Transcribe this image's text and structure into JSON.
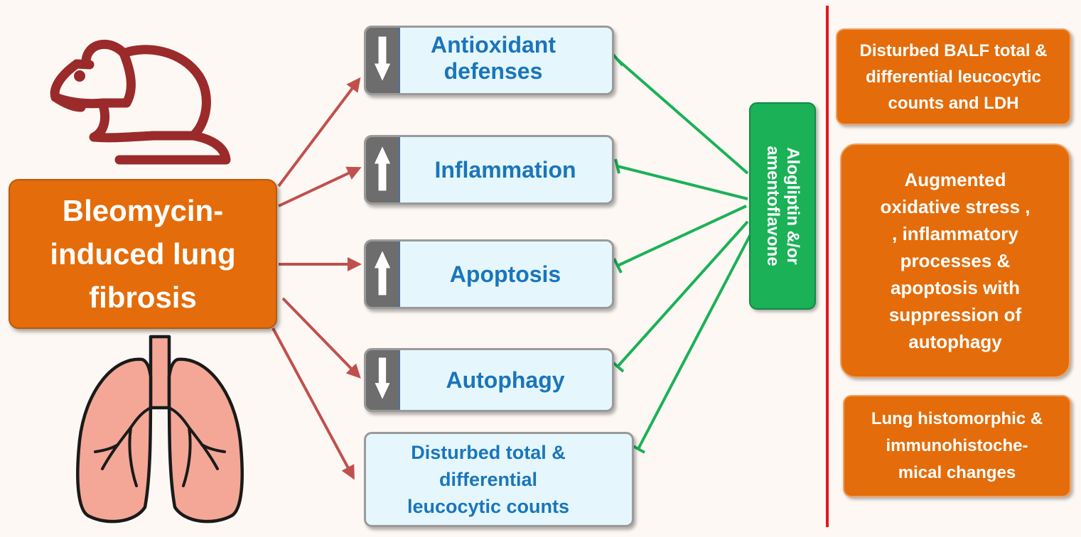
{
  "cause": {
    "label": "Bleomycin-induced lung fibrosis",
    "lines": [
      "Bleomycin-",
      "induced lung",
      "fibrosis"
    ]
  },
  "effects": [
    {
      "label": "Antioxidant defenses",
      "lines": [
        "Antioxidant",
        "defenses"
      ],
      "direction": "down"
    },
    {
      "label": "Inflammation",
      "lines": [
        "Inflammation"
      ],
      "direction": "up"
    },
    {
      "label": "Apoptosis",
      "lines": [
        "Apoptosis"
      ],
      "direction": "up"
    },
    {
      "label": "Autophagy",
      "lines": [
        "Autophagy"
      ],
      "direction": "down"
    },
    {
      "label": "Disturbed total & differential leucocytic counts",
      "lines": [
        "Disturbed total &",
        "differential",
        "leucocytic counts"
      ],
      "direction": "none"
    }
  ],
  "treatment": {
    "label": "Alogliptin &/or amentoflavone",
    "lines": [
      "Alogliptin &/or",
      "amentoflavone"
    ]
  },
  "outcomes": [
    {
      "label": "Disturbed BALF total & differential leucocytic counts and LDH",
      "lines": [
        "Disturbed BALF total &",
        "differential leucocytic",
        "counts and LDH"
      ]
    },
    {
      "label": "Augmented oxidative stress , inflammatory processes & apoptosis with suppression of autophagy",
      "lines": [
        "Augmented",
        "oxidative stress ,",
        ", inflammatory",
        "processes &",
        "apoptosis with",
        "suppression of",
        "autophagy"
      ]
    },
    {
      "label": "Lung histomorphic & immunohistochemical changes",
      "lines": [
        "Lung histomorphic &",
        "immunohistoche-",
        "mical changes"
      ]
    }
  ],
  "colors": {
    "cause_fill": "#e46c0a",
    "effect_fill": "#e5f7fc",
    "effect_text": "#1b75bb",
    "treatment_fill": "#1bb157",
    "inhibit_line": "#1bb157",
    "activate_arrow": "#c0504d",
    "divider": "#e8141c",
    "mouse_icon": "#9b2a2a",
    "lung_icon": "#f4a796"
  },
  "icons": [
    "mouse-icon",
    "lungs-icon",
    "down-arrow-icon",
    "up-arrow-icon"
  ]
}
